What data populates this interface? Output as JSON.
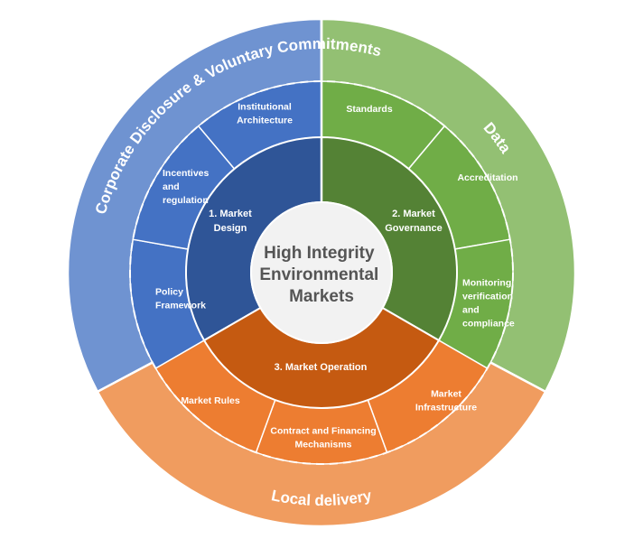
{
  "center": {
    "lines": [
      "High Integrity",
      "Environmental",
      "Markets"
    ],
    "color": "#f2f2f2",
    "text_color": "#555555"
  },
  "outer_ring": [
    {
      "label": "Corporate Disclosure & Voluntary Commitments",
      "color": "#6f93d1",
      "start_deg": 152,
      "end_deg": 270
    },
    {
      "label": "Data",
      "color": "#93c073",
      "start_deg": 270,
      "end_deg": 388
    },
    {
      "label": "Local delivery",
      "color": "#f09c5f",
      "start_deg": 28,
      "end_deg": 152
    }
  ],
  "pillars": [
    {
      "id": "market-design",
      "lines": [
        "1.  Market",
        "Design"
      ],
      "color": "#2f5597",
      "start_deg": 150,
      "end_deg": 270,
      "segments": [
        {
          "lines": [
            "Policy",
            "Framework"
          ],
          "color": "#4472c4"
        },
        {
          "lines": [
            "Incentives",
            "and",
            "regulation"
          ],
          "color": "#4472c4"
        },
        {
          "lines": [
            "Institutional",
            "Architecture"
          ],
          "color": "#4472c4"
        }
      ]
    },
    {
      "id": "market-governance",
      "lines": [
        "2. Market",
        "Governance"
      ],
      "color": "#548235",
      "start_deg": 270,
      "end_deg": 390,
      "segments": [
        {
          "lines": [
            "Standards"
          ],
          "color": "#70ad47"
        },
        {
          "lines": [
            "Accreditation"
          ],
          "color": "#70ad47"
        },
        {
          "lines": [
            "Monitoring,",
            "verification",
            "and",
            "compliance"
          ],
          "color": "#70ad47"
        }
      ]
    },
    {
      "id": "market-operation",
      "lines": [
        "3. Market Operation"
      ],
      "color": "#c55a11",
      "start_deg": 30,
      "end_deg": 150,
      "segments": [
        {
          "lines": [
            "Market",
            "Infrastructure"
          ],
          "color": "#ed7d31"
        },
        {
          "lines": [
            "Contract and Financing",
            "Mechanisms"
          ],
          "color": "#ed7d31"
        },
        {
          "lines": [
            "Market Rules"
          ],
          "color": "#ed7d31"
        }
      ]
    }
  ]
}
